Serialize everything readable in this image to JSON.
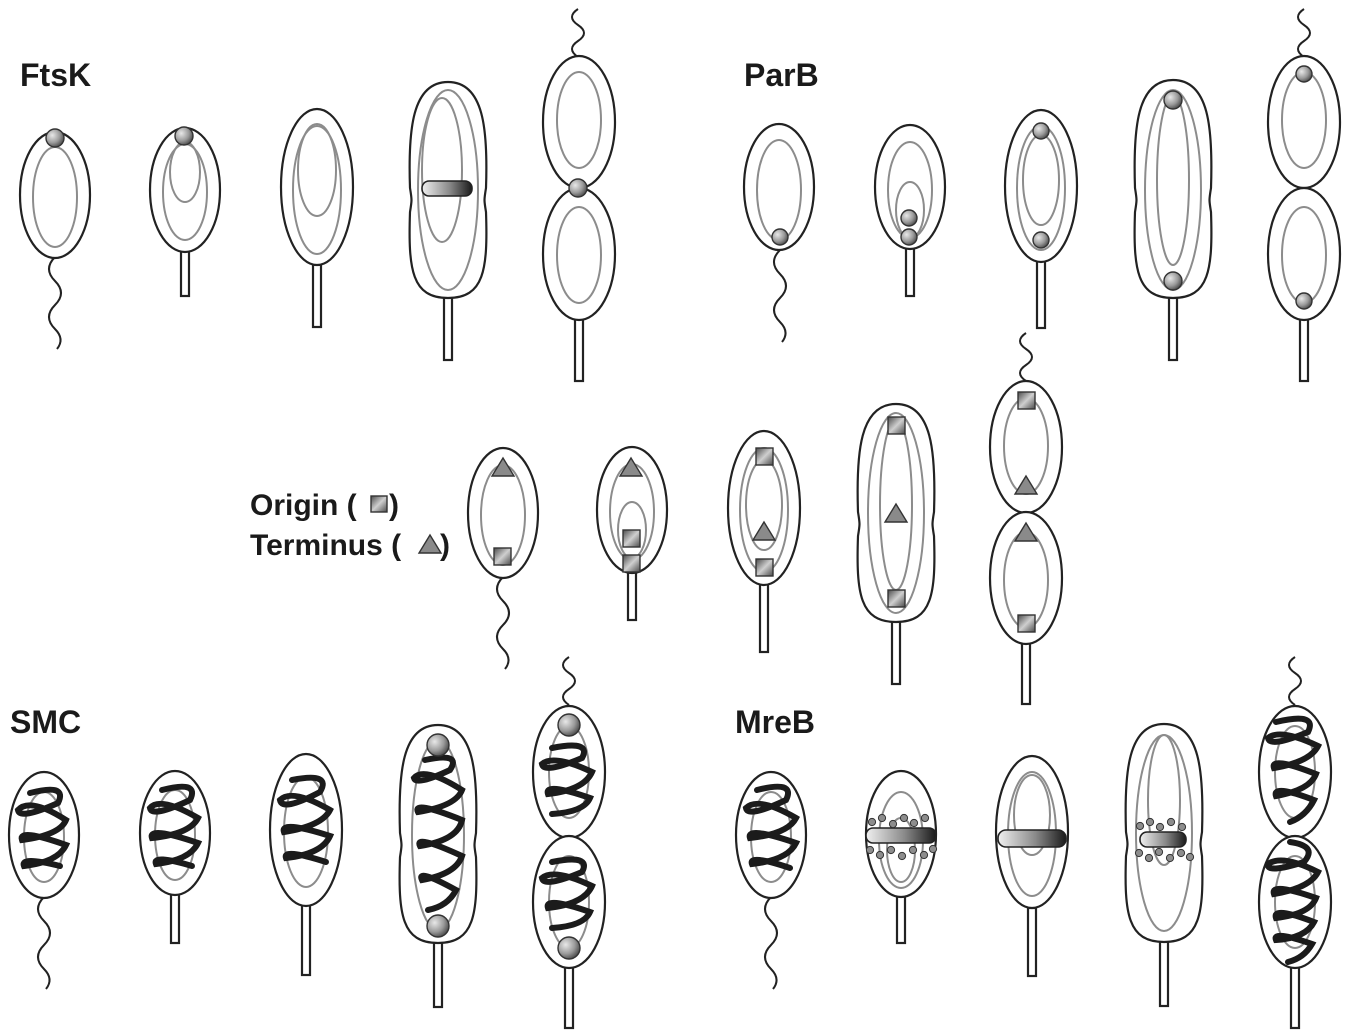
{
  "panels": {
    "ftsk": {
      "label": "FtsK"
    },
    "parb": {
      "label": "ParB"
    },
    "smc": {
      "label": "SMC"
    },
    "mreb": {
      "label": "MreB"
    }
  },
  "legend": {
    "origin_label": "Origin (",
    "origin_close": ")",
    "terminus_label": "Terminus (",
    "terminus_close": ")"
  },
  "colors": {
    "outline": "#222222",
    "chromosome": "#8c8c8c",
    "marker": "#8a8a8a"
  },
  "icons": {
    "origin": "square-marker",
    "terminus": "triangle-marker",
    "protein": "sphere-marker",
    "septal_ring": "gradient-bar"
  }
}
